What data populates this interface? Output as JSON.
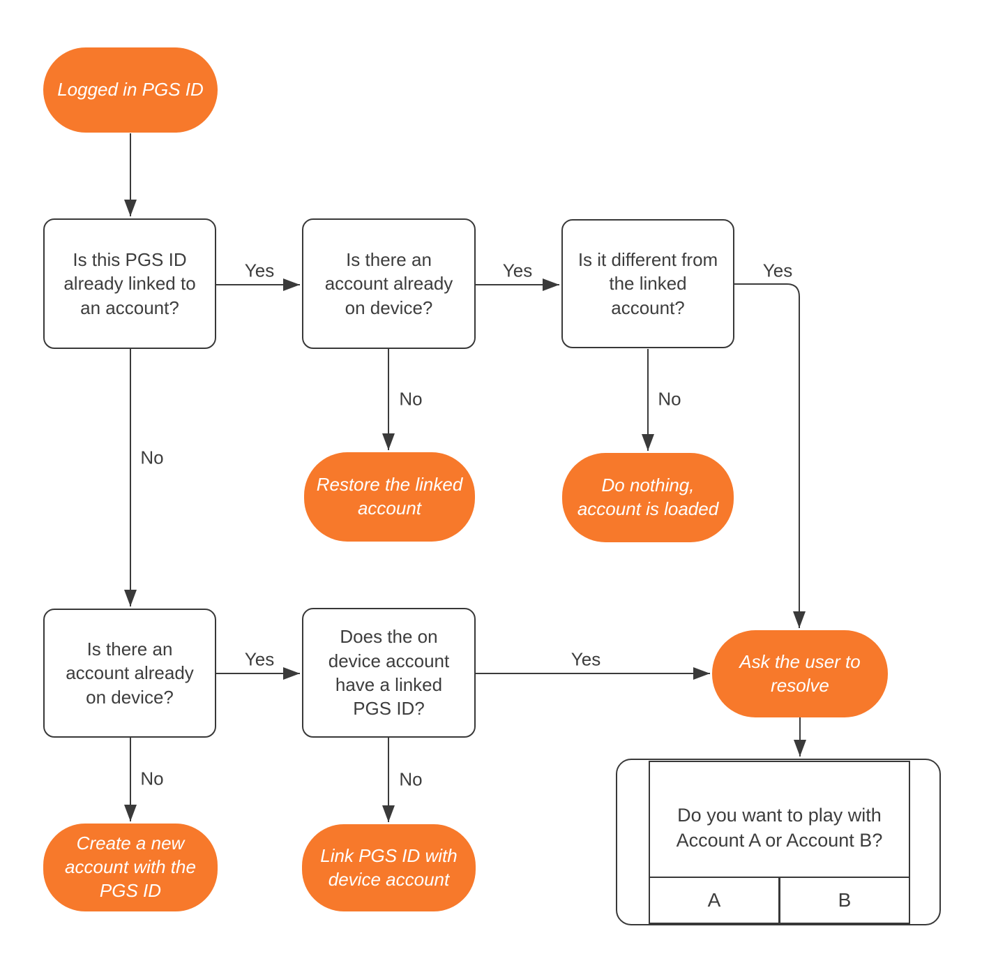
{
  "colors": {
    "accent_orange": "#F7792B",
    "line": "#3A3A3A",
    "text": "#3D3D3D",
    "background": "#FFFFFF"
  },
  "nodes": {
    "start": {
      "label": "Logged in PGS ID"
    },
    "decision_pgs_linked": {
      "label": "Is this PGS ID already linked to an account?"
    },
    "decision_account_on_device_1": {
      "label": "Is there an account already on device?"
    },
    "decision_different_from_linked": {
      "label": "Is it different from the linked account?"
    },
    "decision_account_on_device_2": {
      "label": "Is there an account already on device?"
    },
    "decision_device_account_has_pgs": {
      "label": "Does the on device account have a linked PGS ID?"
    },
    "outcome_restore": {
      "label": "Restore the linked account"
    },
    "outcome_do_nothing": {
      "label": "Do nothing, account is loaded"
    },
    "outcome_ask_user": {
      "label": "Ask the user to resolve"
    },
    "outcome_create_new": {
      "label": "Create a new account with the PGS  ID"
    },
    "outcome_link": {
      "label": "Link PGS ID with device account"
    }
  },
  "edge_labels": {
    "d1_d2_yes": "Yes",
    "d2_d3_yes": "Yes",
    "d3_ask_yes": "Yes",
    "d2_restore_no": "No",
    "d3_nothing_no": "No",
    "d1_d4_no": "No",
    "d4_d5_yes": "Yes",
    "d5_ask_yes": "Yes",
    "d4_create_no": "No",
    "d5_link_no": "No"
  },
  "dialog": {
    "message": "Do you want to play with Account A or Account B?",
    "button_a": "A",
    "button_b": "B"
  }
}
